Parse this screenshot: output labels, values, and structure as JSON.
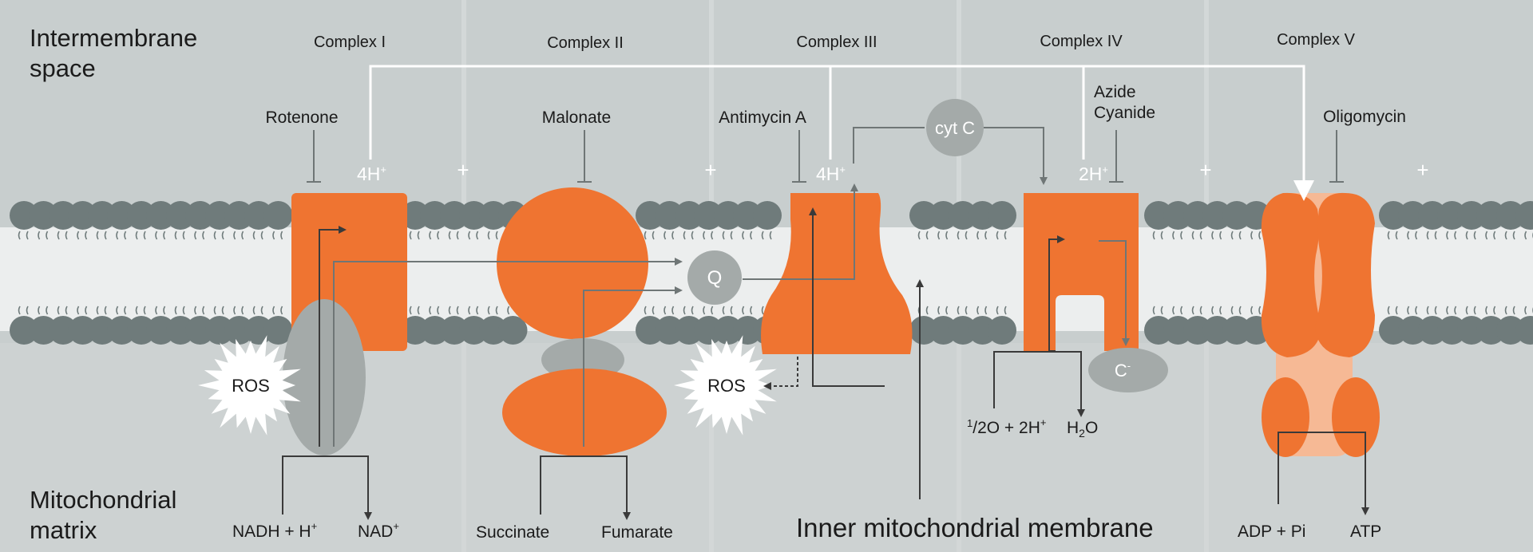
{
  "regions": {
    "intermembrane_line1": "Intermembrane",
    "intermembrane_line2": "space",
    "matrix_line1": "Mitochondrial",
    "matrix_line2": "matrix",
    "membrane": "Inner mitochondrial membrane"
  },
  "complexes": {
    "c1": "Complex I",
    "c2": "Complex II",
    "c3": "Complex III",
    "c4": "Complex IV",
    "c5": "Complex V"
  },
  "inhibitors": {
    "c1": "Rotenone",
    "c2": "Malonate",
    "c3": "Antimycin A",
    "c4_a": "Azide",
    "c4_b": "Cyanide",
    "c5": "Oligomycin"
  },
  "protons": {
    "c1": "4H",
    "c3": "4H",
    "c4": "2H",
    "sup": "+",
    "plus": "+"
  },
  "carriers": {
    "q": "Q",
    "cytc": "cyt C",
    "cminus": "C",
    "cminus_sup": "-"
  },
  "ros": "ROS",
  "substrates": {
    "nadh": "NADH + H",
    "nadh_sup": "+",
    "nad": "NAD",
    "nad_sup": "+",
    "succinate": "Succinate",
    "fumarate": "Fumarate",
    "oxygen_pre": "1",
    "oxygen_mid": "/2O + 2H",
    "oxygen_sup": "+",
    "water_pre": "H",
    "water_sub": "2",
    "water_post": "O",
    "adp": "ADP + Pi",
    "atp": "ATP"
  },
  "colors": {
    "orange": "#ef7431",
    "light_orange": "#f6b995",
    "lipid": "#6f7b7b",
    "background": "#c9cfcf",
    "membrane_band": "#eceeee",
    "grey_protein": "#a4aaa9",
    "arrow": "#3a3a3a"
  }
}
